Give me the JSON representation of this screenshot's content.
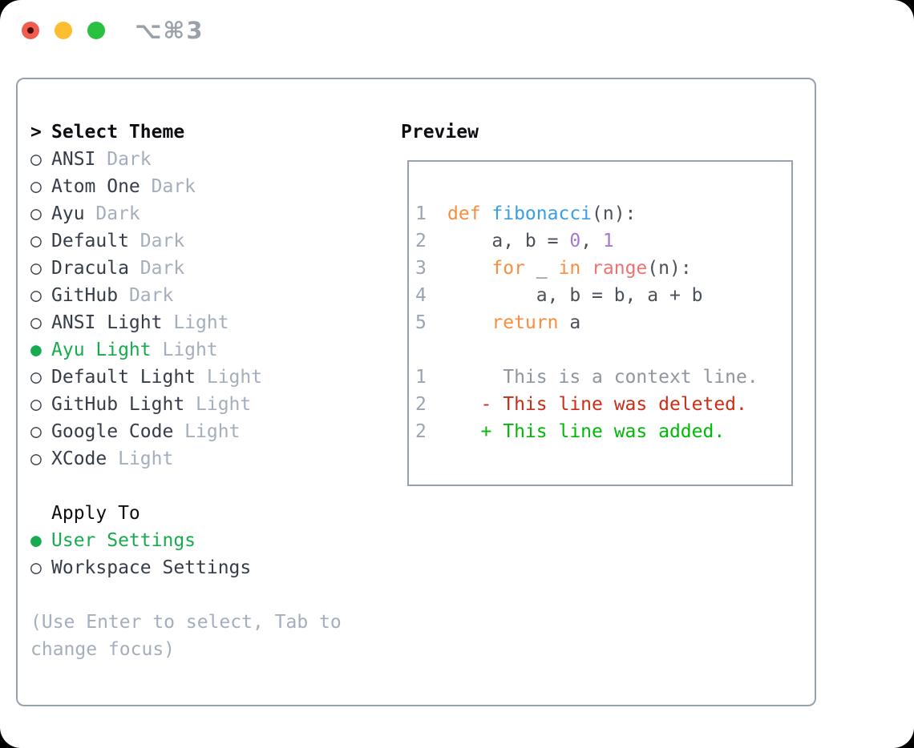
{
  "window": {
    "title": "⌥⌘3",
    "buttons": [
      "close",
      "minimize",
      "zoom"
    ]
  },
  "colors": {
    "selection_green": "#17ab4f",
    "diff_added_green": "#00b807",
    "diff_deleted_red": "#cb2d16",
    "syntax_keyword_orange": "#fa8d3e",
    "syntax_function_blue": "#399ee6",
    "syntax_call_coral": "#f07171",
    "syntax_number_purple": "#a37acc",
    "panel_border_gray": "#99a1ae",
    "muted_gray": "#a4aebc"
  },
  "theme_list": {
    "header_marker": ">",
    "header_label": "Select Theme",
    "themes": [
      {
        "name": "ANSI",
        "variant": "Dark",
        "selected": false
      },
      {
        "name": "Atom One",
        "variant": "Dark",
        "selected": false
      },
      {
        "name": "Ayu",
        "variant": "Dark",
        "selected": false
      },
      {
        "name": "Default",
        "variant": "Dark",
        "selected": false
      },
      {
        "name": "Dracula",
        "variant": "Dark",
        "selected": false
      },
      {
        "name": "GitHub",
        "variant": "Dark",
        "selected": false
      },
      {
        "name": "ANSI Light",
        "variant": "Light",
        "selected": false
      },
      {
        "name": "Ayu Light",
        "variant": "Light",
        "selected": true
      },
      {
        "name": "Default Light",
        "variant": "Light",
        "selected": false
      },
      {
        "name": "GitHub Light",
        "variant": "Light",
        "selected": false
      },
      {
        "name": "Google Code",
        "variant": "Light",
        "selected": false
      },
      {
        "name": "XCode",
        "variant": "Light",
        "selected": false
      }
    ],
    "apply_to": {
      "label": "Apply To",
      "options": [
        {
          "name": "User Settings",
          "selected": true
        },
        {
          "name": "Workspace Settings",
          "selected": false
        }
      ]
    },
    "help_lines": [
      "(Use Enter to select, Tab to",
      "change focus)"
    ],
    "radio_unselected_glyph": "○",
    "radio_selected_glyph": "●"
  },
  "preview": {
    "label": "Preview",
    "lines": [
      {
        "num": "1",
        "segments": [
          {
            "t": "def ",
            "c": "kw"
          },
          {
            "t": "fibonacci",
            "c": "fn"
          },
          {
            "t": "(n):",
            "c": "fg"
          }
        ]
      },
      {
        "num": "2",
        "segments": [
          {
            "t": "    a, b = ",
            "c": "fg"
          },
          {
            "t": "0",
            "c": "num"
          },
          {
            "t": ", ",
            "c": "fg"
          },
          {
            "t": "1",
            "c": "num"
          }
        ]
      },
      {
        "num": "3",
        "segments": [
          {
            "t": "    ",
            "c": "fg"
          },
          {
            "t": "for",
            "c": "kw"
          },
          {
            "t": " _ ",
            "c": "fg"
          },
          {
            "t": "in",
            "c": "kw"
          },
          {
            "t": " ",
            "c": "fg"
          },
          {
            "t": "range",
            "c": "call"
          },
          {
            "t": "(n):",
            "c": "fg"
          }
        ]
      },
      {
        "num": "4",
        "segments": [
          {
            "t": "        a, b = b, a + b",
            "c": "fg"
          }
        ]
      },
      {
        "num": "5",
        "segments": [
          {
            "t": "    ",
            "c": "fg"
          },
          {
            "t": "return",
            "c": "kw"
          },
          {
            "t": " a",
            "c": "fg"
          }
        ]
      },
      {
        "num": "",
        "segments": []
      },
      {
        "num": "1",
        "segments": [
          {
            "t": "     This is a context line.",
            "c": "ctx"
          }
        ]
      },
      {
        "num": "2",
        "segments": [
          {
            "t": "   - This line was deleted.",
            "c": "del"
          }
        ]
      },
      {
        "num": "2",
        "segments": [
          {
            "t": "   + This line was added.",
            "c": "add"
          }
        ]
      }
    ]
  }
}
